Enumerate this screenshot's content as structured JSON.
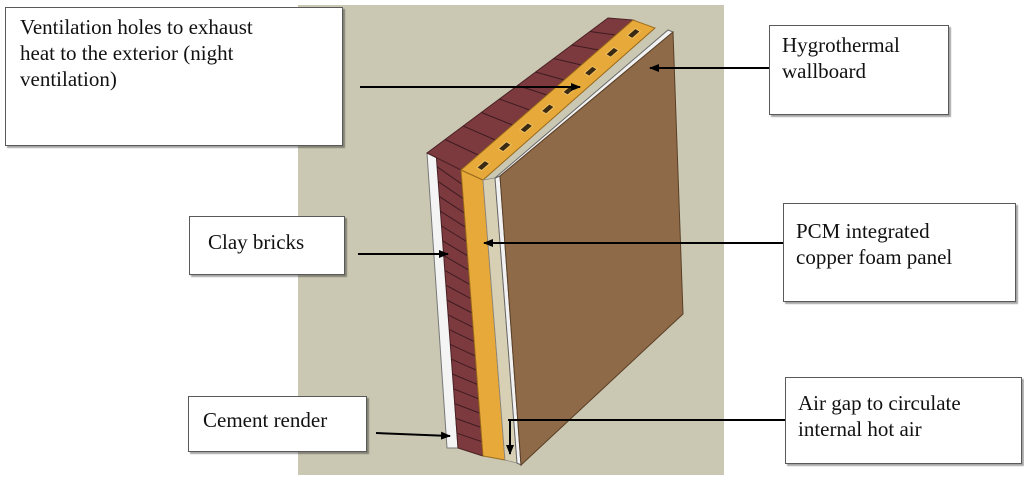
{
  "labels": {
    "ventilation": "Ventilation holes to exhaust\nheat to the exterior (night\nventilation)",
    "hygrothermal": "Hygrothermal\nwallboard",
    "clay_bricks": "Clay bricks",
    "pcm": "PCM integrated\ncopper foam panel",
    "cement": "Cement render",
    "air_gap": "Air gap to circulate\ninternal hot air"
  },
  "colors": {
    "background": "#cac8b3",
    "brick": "#7c3a3f",
    "brick_mortar": "#4a2024",
    "pcm_panel": "#e6a93a",
    "wallboard": "#8f6a48",
    "render": "#f2f2f2"
  }
}
